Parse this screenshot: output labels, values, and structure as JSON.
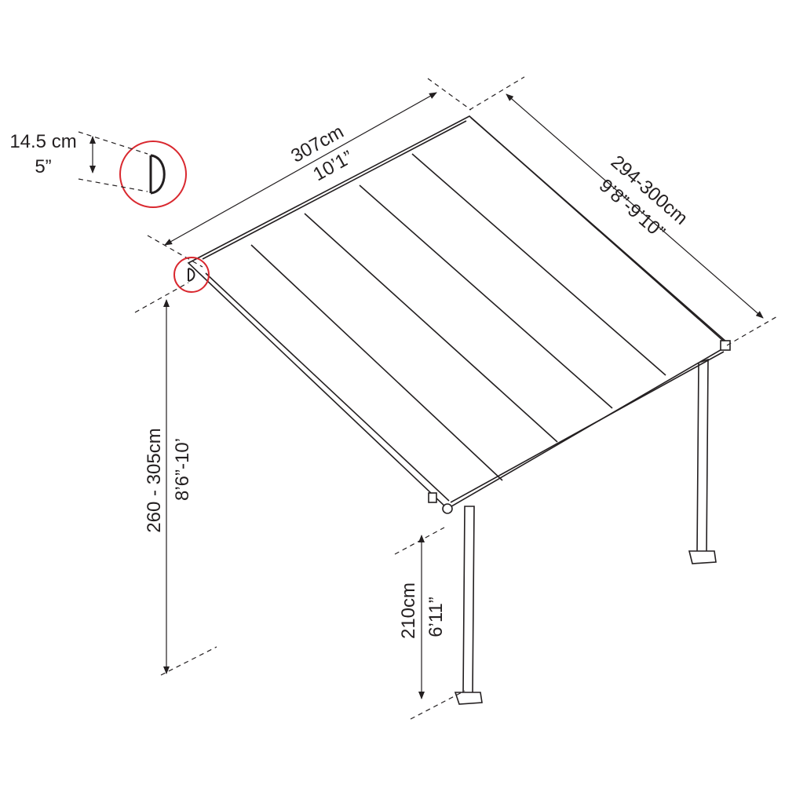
{
  "diagram": {
    "width_metric": "307cm",
    "width_imperial": "10’1”",
    "depth_metric": "294-300cm",
    "depth_imperial": "9’8”-9’10”",
    "height_back_metric": "260 - 305cm",
    "height_back_imperial": "8’6”-10’",
    "height_front_metric": "210cm",
    "height_front_imperial": "6’11”",
    "profile_metric": "14.5 cm",
    "profile_imperial": "5”",
    "highlight_color": "#d9282f",
    "line_color": "#231f20"
  }
}
